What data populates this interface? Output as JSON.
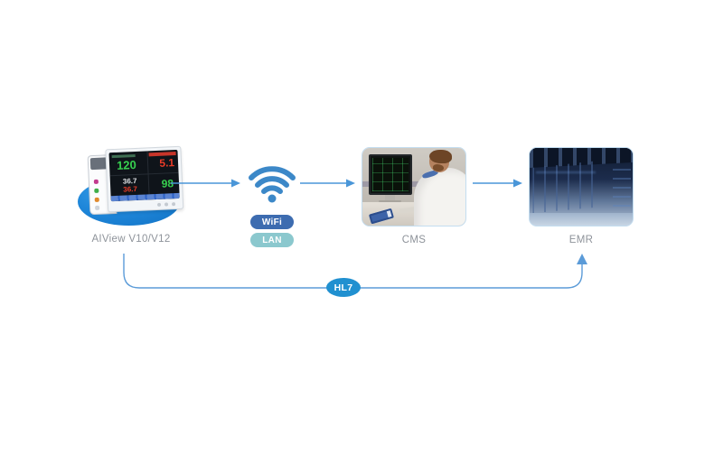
{
  "diagram": {
    "devices": {
      "monitor": {
        "label": "AIView V10/V12",
        "screen_values": {
          "hr": "120",
          "co2": "5.1",
          "temp_white": "36.7",
          "temp_red": "36.7",
          "spo2": "98"
        }
      },
      "cms": {
        "label": "CMS"
      },
      "emr": {
        "label": "EMR"
      }
    },
    "network": {
      "wifi_badge": "WiFi",
      "lan_badge": "LAN"
    },
    "hl7_label": "HL7"
  },
  "colors": {
    "arrow": "#4a96d8",
    "wifi_icon": "#3c88c8",
    "wifi_badge_bg": "#3d6cb0",
    "lan_badge_bg": "#8bc8ce",
    "hl7_badge_bg": "#2090d0",
    "hl7_line": "#5b9bd8",
    "platform_ellipse": "#1e86d9",
    "label_text": "#8e939a"
  }
}
